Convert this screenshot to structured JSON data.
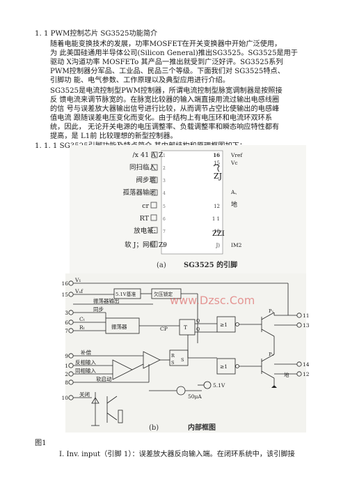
{
  "section": {
    "heading": "1. 1 PWM控制芯片 SG3525功能简介",
    "para1": [
      "随着电能变换技术的发展，功率MOSFET在开关变换器中开始广泛使用，",
      "为  此美国硅通用半导体公司(Silicon General)推出SG3525。SG3525是用于",
      "驱动 X沟道功率 MOSFETo 其产品一推出就受到广泛好评。SG3525系列",
      "PWM控制器分军品、工业品、民品三个等级。下面我们对 SG3525特点、",
      "引脚功  能、电气参数、工作原理以及典型应用进行介绍。"
    ],
    "para2": [
      "SG3525是电流控制型PWM控制器，所谓电流控制型脉宽调制器是按照接",
      "反  馈电流来调节脉宽的。在脉宽比较器的输入端直接用流过输出电感线圈",
      "的信  号与误差放大器输出信号进行比较，从而调节占空比使输出的电感峰",
      "值电流  跟随误差电压变化而变化。由于结构上有电压环和电流环双环系",
      "统，因此，  无论开关电源的电压调整率、负载调整率和瞬态响应特性都有",
      "提高，是 L1前  比较理想的新型控制器。"
    ],
    "subheading": "1. 1. 1 SG3525引脚功能及特点简介  其内部结构和原理框图如下："
  },
  "pinout": {
    "left": [
      "/x 41 A",
      "同扫临入",
      "阀步瑞",
      "孤落器输闭",
      "cr",
      "RT",
      "放电篆:",
      "软 J；网柳"
    ],
    "left_tail": [
      "Z",
      "",
      "",
      "",
      "",
      "",
      "",
      "Z9"
    ],
    "left_nums": [
      "1",
      "2",
      "3",
      "4",
      "5",
      "6",
      "7",
      "8"
    ],
    "right_nums": [
      "16",
      "15",
      "",
      "",
      "12",
      "1 1",
      "10",
      "J)"
    ],
    "right": [
      "Vref",
      "Vc",
      "A、",
      "地",
      "",
      "",
      "",
      "IM2"
    ],
    "chip_marks": [
      "ZJ",
      "ZZI"
    ],
    "caption_letter": "(a)",
    "caption_title": "SG3525 的引脚"
  },
  "block": {
    "pin_left": [
      "16",
      "15",
      "3",
      "6",
      "7",
      "9",
      "1",
      "2",
      "8",
      "10"
    ],
    "pin_right": [
      "11",
      "13",
      "14",
      "12"
    ],
    "labels": {
      "vi": "V₁",
      "vref": "Vₐf",
      "ref": "5.1V基准",
      "uvlo": "欠压锁定",
      "osc_out": "振荡器输出",
      "sync": "同步",
      "ct": "Cₜ",
      "rt": "Rₜ",
      "osc": "振荡器",
      "cp": "CP",
      "t": "T",
      "q1": "Q",
      "q2": "Q",
      "comp": "补偿",
      "inv": "反相输入",
      "noninv": "同相输入",
      "ss": "软启动",
      "v51": "5.1V",
      "i50": "50μA",
      "shutdown": "关闭",
      "r": "R",
      "s": "S",
      "s2": "S",
      "gate": "≥1",
      "p1": "P₁",
      "p2": "P₂",
      "gnd": "地",
      "watermark": "www.Dzsc.Com"
    },
    "caption_letter": "(b)",
    "caption_title": "内部框图"
  },
  "figure_label": "图1",
  "item1": "I.  Inv. input（引脚 1）：误差放大器反向输入端。在闭环系统中，该引脚接"
}
